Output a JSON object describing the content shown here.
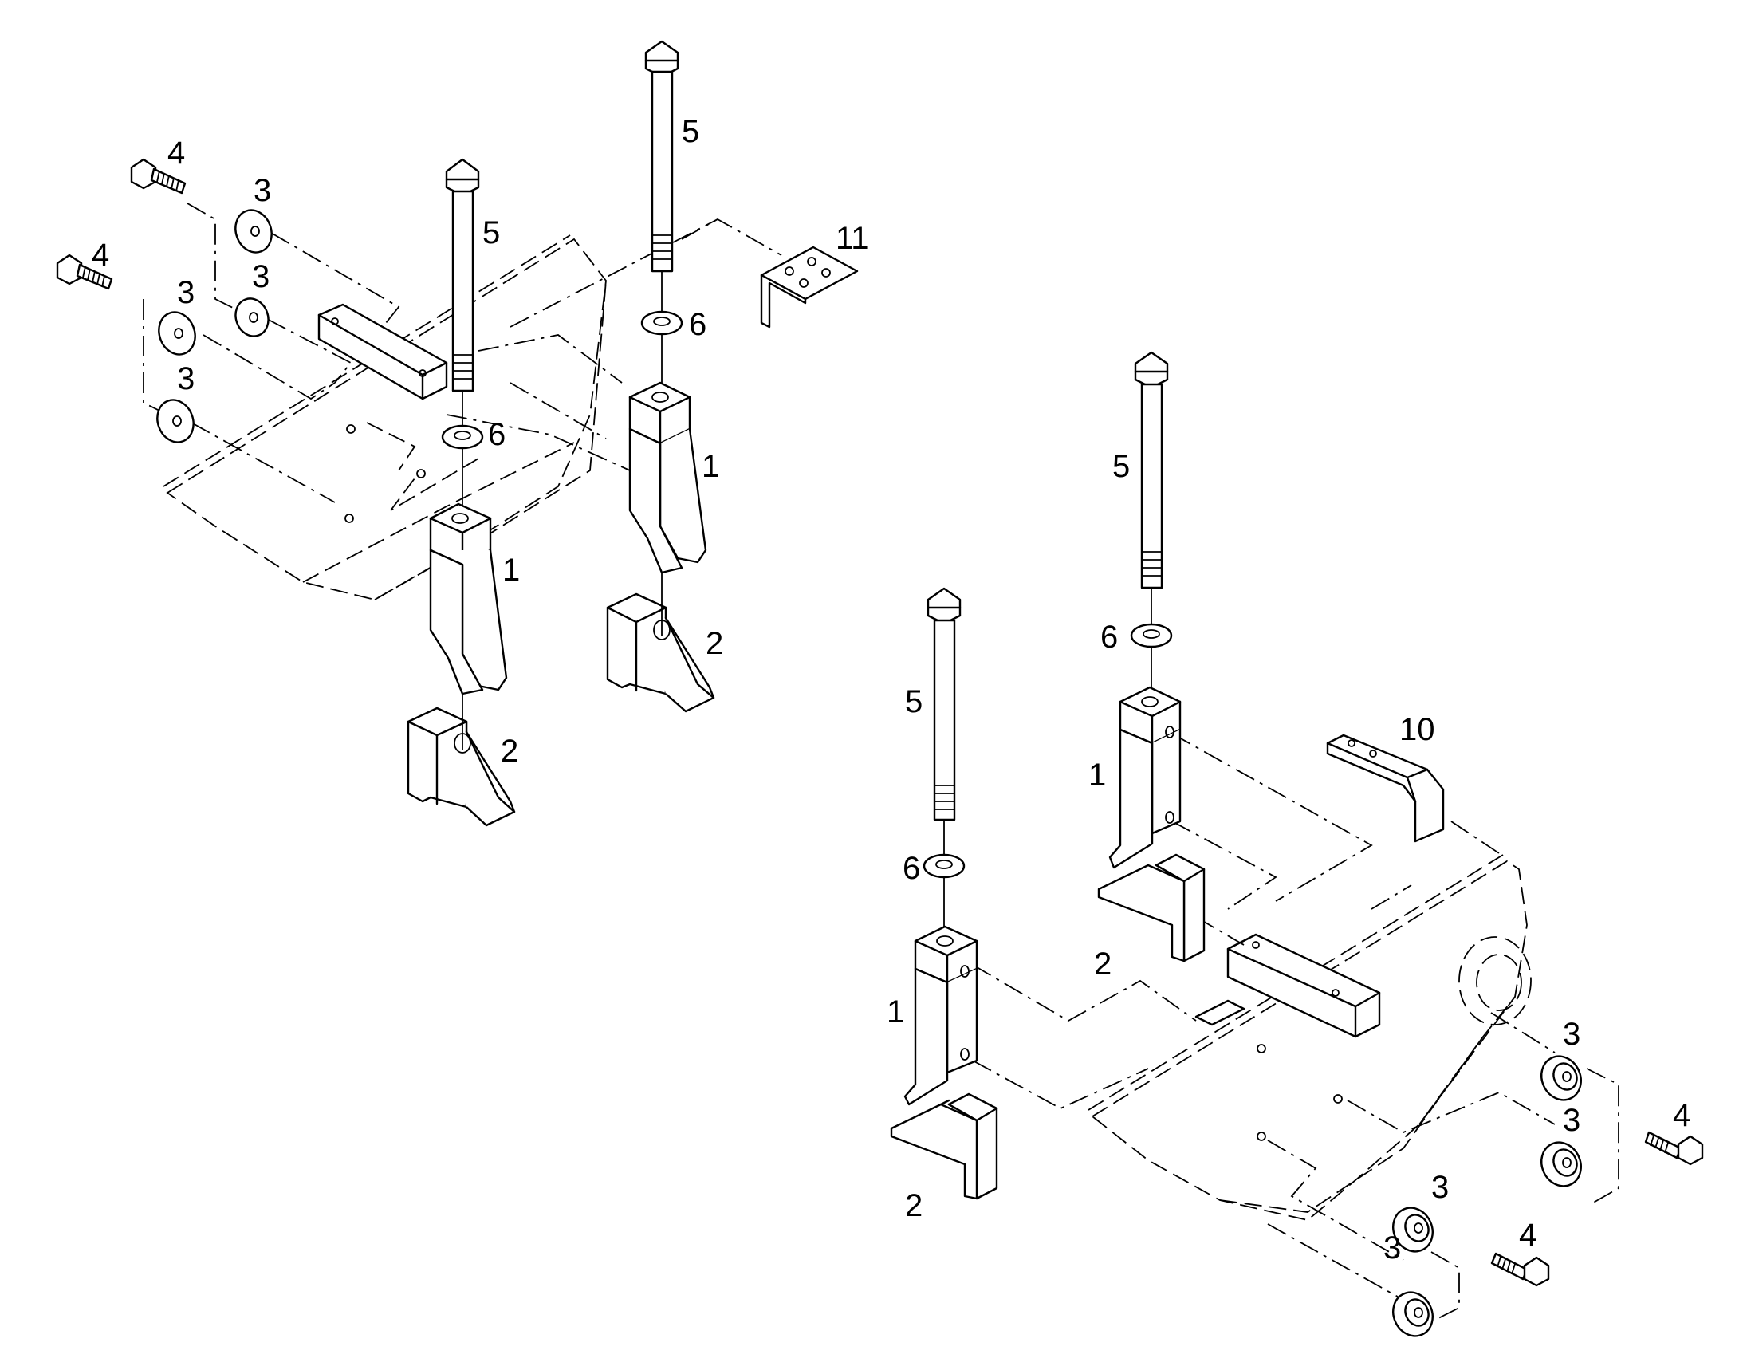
{
  "callouts": [
    {
      "id": "left-bolt-a-label",
      "text": "4"
    },
    {
      "id": "left-washer-a-label",
      "text": "3"
    },
    {
      "id": "left-washer-b-label",
      "text": "3"
    },
    {
      "id": "left-bolt-b-label",
      "text": "4"
    },
    {
      "id": "left-washer-c-label",
      "text": "3"
    },
    {
      "id": "left-washer-d-label",
      "text": "3"
    },
    {
      "id": "left-rod-a-label",
      "text": "5"
    },
    {
      "id": "left-rod-b-label",
      "text": "5"
    },
    {
      "id": "left-nut-a-label",
      "text": "6"
    },
    {
      "id": "left-nut-b-label",
      "text": "6"
    },
    {
      "id": "left-shank-a-label",
      "text": "1"
    },
    {
      "id": "left-shank-b-label",
      "text": "1"
    },
    {
      "id": "left-block-a-label",
      "text": "2"
    },
    {
      "id": "left-block-b-label",
      "text": "2"
    },
    {
      "id": "left-bracket-label",
      "text": "11"
    },
    {
      "id": "right-rod-a-label",
      "text": "5"
    },
    {
      "id": "right-rod-b-label",
      "text": "5"
    },
    {
      "id": "right-nut-a-label",
      "text": "6"
    },
    {
      "id": "right-nut-b-label",
      "text": "6"
    },
    {
      "id": "right-shank-a-label",
      "text": "1"
    },
    {
      "id": "right-shank-b-label",
      "text": "1"
    },
    {
      "id": "right-block-a-label",
      "text": "2"
    },
    {
      "id": "right-block-b-label",
      "text": "2"
    },
    {
      "id": "right-bracket-label",
      "text": "10"
    },
    {
      "id": "right-washer-a-label",
      "text": "3"
    },
    {
      "id": "right-washer-b-label",
      "text": "3"
    },
    {
      "id": "right-washer-c-label",
      "text": "3"
    },
    {
      "id": "right-washer-d-label",
      "text": "3"
    },
    {
      "id": "right-bolt-a-label",
      "text": "4"
    },
    {
      "id": "right-bolt-b-label",
      "text": "4"
    }
  ]
}
